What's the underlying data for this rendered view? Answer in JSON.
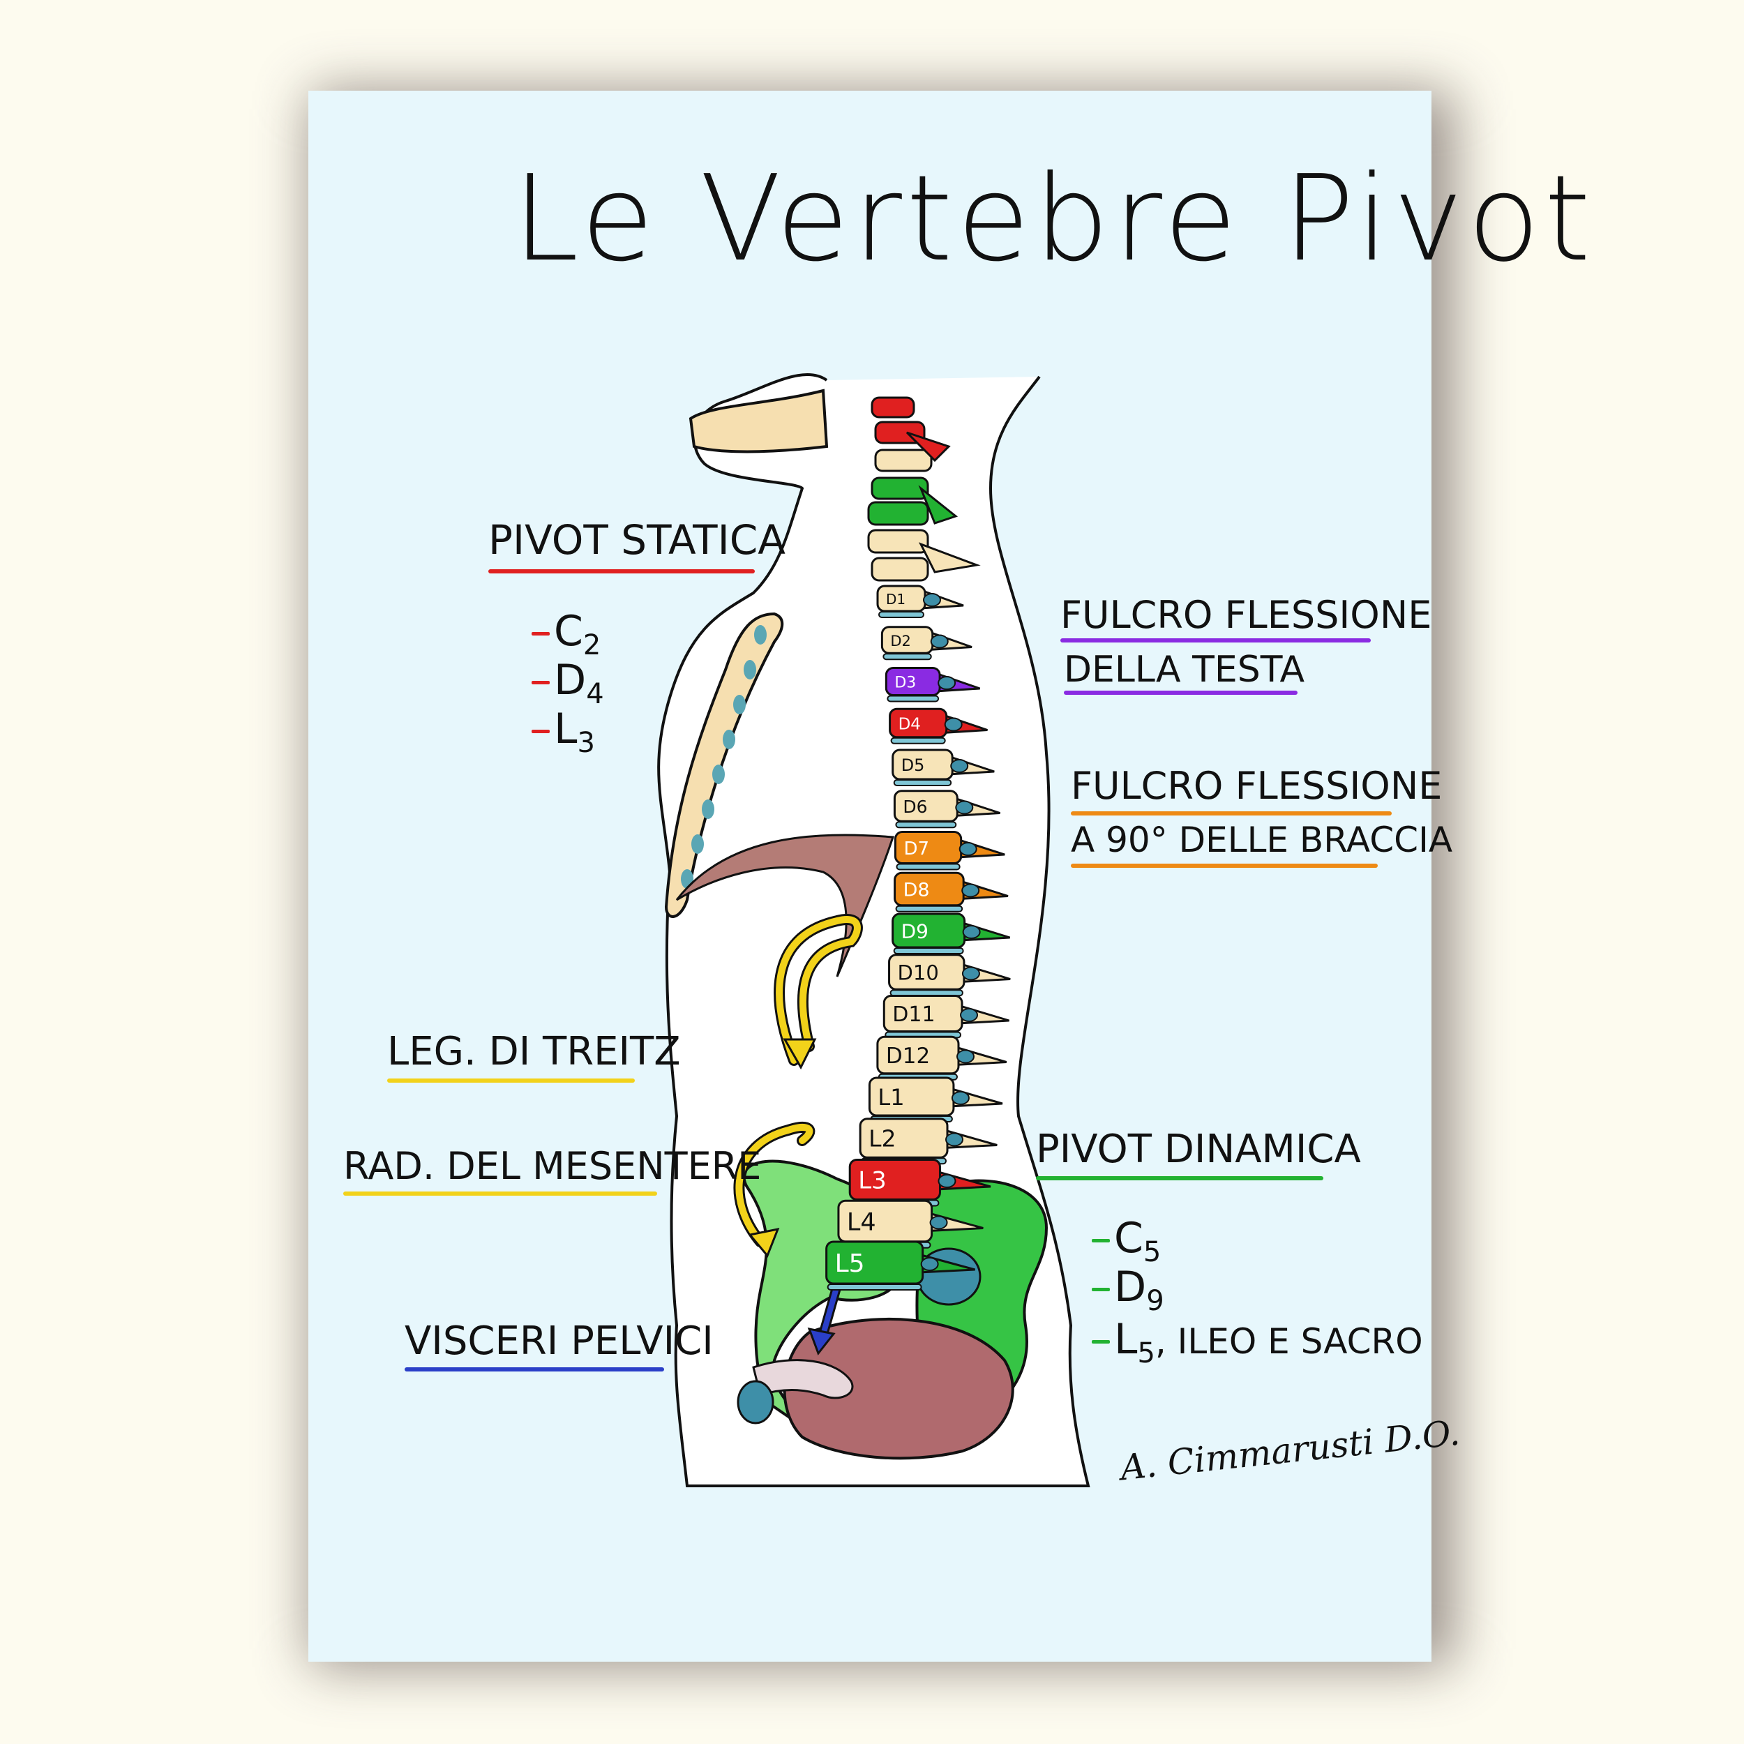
{
  "title": "Le Vertebre Pivot",
  "signature": "A. Cimmarusti D.O.",
  "colors": {
    "static": "#e02020",
    "dynamic": "#22b232",
    "head": "#8a2be2",
    "arms": "#ee8a14",
    "treitz": "#f2d21a",
    "pelvic": "#2a3fc8",
    "bone": "#f7e4b8"
  },
  "left_labels": {
    "pivot_statica": "PIVOT STATICA",
    "leg_treitz": "LEG. DI TREITZ",
    "rad_mesentere": "RAD. DEL MESENTERE",
    "visceri_pelvici": "VISCERI PELVICI"
  },
  "right_labels": {
    "fulcro_testa_1": "FULCRO FLESSIONE",
    "fulcro_testa_2": "DELLA TESTA",
    "fulcro_braccia_1": "FULCRO FLESSIONE",
    "fulcro_braccia_2": "A 90° DELLE BRACCIA",
    "pivot_dinamica": "PIVOT DINAMICA"
  },
  "static_list": [
    {
      "letter": "C",
      "num": "2"
    },
    {
      "letter": "D",
      "num": "4"
    },
    {
      "letter": "L",
      "num": "3"
    }
  ],
  "dynamic_list": [
    {
      "letter": "C",
      "num": "5",
      "extra": ""
    },
    {
      "letter": "D",
      "num": "9",
      "extra": ""
    },
    {
      "letter": "L",
      "num": "5",
      "extra": ", ILEO E SACRO"
    }
  ],
  "vertebrae": [
    {
      "label": "D1",
      "color": "bone"
    },
    {
      "label": "D2",
      "color": "bone"
    },
    {
      "label": "D3",
      "color": "head"
    },
    {
      "label": "D4",
      "color": "static"
    },
    {
      "label": "D5",
      "color": "bone"
    },
    {
      "label": "D6",
      "color": "bone"
    },
    {
      "label": "D7",
      "color": "arms"
    },
    {
      "label": "D8",
      "color": "arms"
    },
    {
      "label": "D9",
      "color": "dynamic"
    },
    {
      "label": "D10",
      "color": "bone"
    },
    {
      "label": "D11",
      "color": "bone"
    },
    {
      "label": "D12",
      "color": "bone"
    },
    {
      "label": "L1",
      "color": "bone"
    },
    {
      "label": "L2",
      "color": "bone"
    },
    {
      "label": "L3",
      "color": "static"
    },
    {
      "label": "L4",
      "color": "bone"
    },
    {
      "label": "L5",
      "color": "dynamic"
    }
  ]
}
